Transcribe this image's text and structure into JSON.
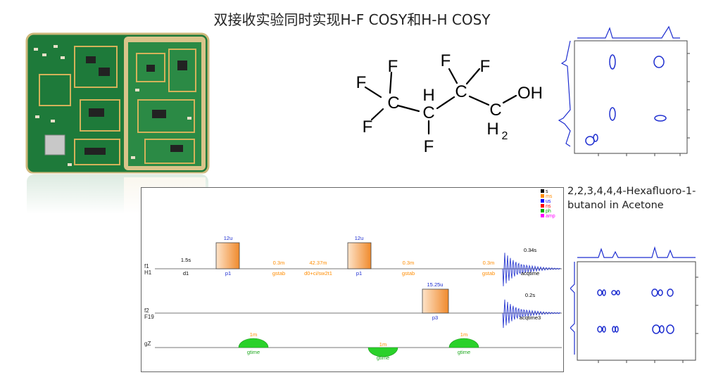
{
  "title": "双接收实验同时实现H-F COSY和H-H COSY",
  "molecule": {
    "caption": "2,2,3,4,4,4-Hexafluoro-1-butanol in Acetone",
    "atoms": {
      "F": "F",
      "C": "C",
      "H": "H",
      "OH": "OH",
      "H2": "H",
      "H2_sub": "2"
    }
  },
  "pulse_sequence": {
    "channels": {
      "f1": "f1",
      "H1": "H1",
      "f2": "f2",
      "F19": "F19",
      "gz": "gZ"
    },
    "legend": [
      "s",
      "ms",
      "us",
      "ns",
      "ph",
      "amp"
    ],
    "legend_colors": [
      "#000000",
      "#ff8c00",
      "#0000ff",
      "#ff0000",
      "#00b000",
      "#ff00ff"
    ],
    "h1_durations": [
      "1.5s",
      "12u",
      "0.3m",
      "42.37m",
      "12u",
      "0.3m",
      "0.3m",
      "0.34s"
    ],
    "h1_labels": [
      "d1",
      "p1",
      "gstab",
      "d0+ci/sw2t1",
      "p1",
      "gstab",
      "gstab",
      "acqtime"
    ],
    "f2_durations": [
      "15.25u",
      "0.2s"
    ],
    "f2_labels": [
      "p3",
      "acqtime3"
    ],
    "gz_durations": [
      "1m",
      "1m",
      "1m"
    ],
    "gz_labels": [
      "gtime",
      "gtime",
      "gtime"
    ]
  },
  "colors": {
    "pulse_fill_start": "#fde3c9",
    "pulse_fill_end": "#f08a2c",
    "gradient_green": "#2ad12a",
    "spectrum_blue": "#1f2fd0",
    "pcb_green": "#1e7a3a",
    "pcb_gold": "#d4b25a"
  }
}
